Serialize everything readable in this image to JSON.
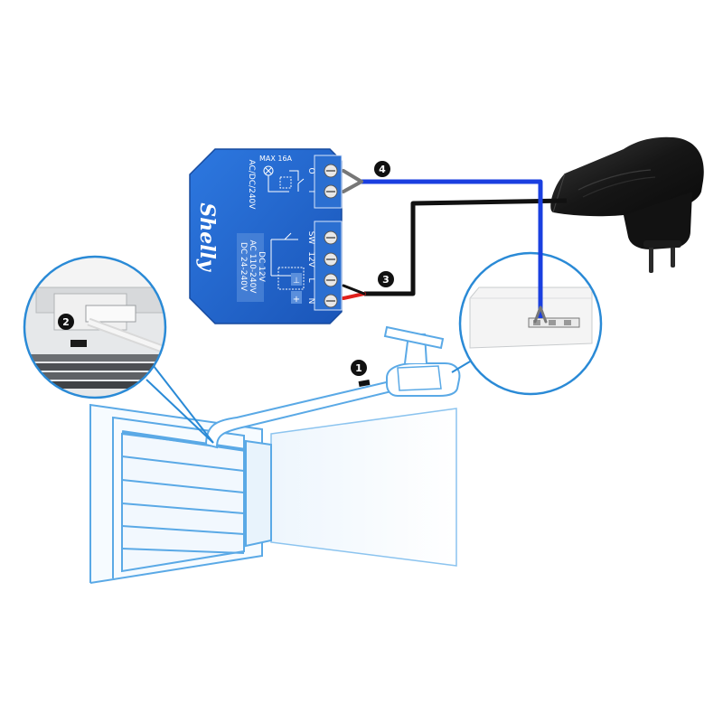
{
  "relay": {
    "brand": "Shelly",
    "max_rating": "MAX 16A",
    "output_voltage": "AC/DC/240V",
    "terminal_o": "O",
    "terminal_i": "I",
    "terminal_sw": "SW",
    "terminal_12v": "12V",
    "terminal_l": "L",
    "terminal_n": "N",
    "supply_dc12": "DC 12V",
    "supply_ac": "AC 110-240V",
    "supply_dc24": "DC 24-240V",
    "plus_sign": "+",
    "minus_sign": "⊥"
  },
  "badges": {
    "one": "1",
    "two": "2",
    "three": "3",
    "four": "4"
  },
  "colors": {
    "relay_blue": "#1f63c9",
    "wire_blue": "#1a3fe0",
    "wire_black": "#111111",
    "wire_red": "#e0201c",
    "outline_blue": "#2a8ad6",
    "garage_line": "#5aa9e6",
    "adapter_black": "#1a1a1a"
  },
  "icons": {
    "lamp": "lamp-icon",
    "relay_contact": "relay-contact-icon"
  }
}
